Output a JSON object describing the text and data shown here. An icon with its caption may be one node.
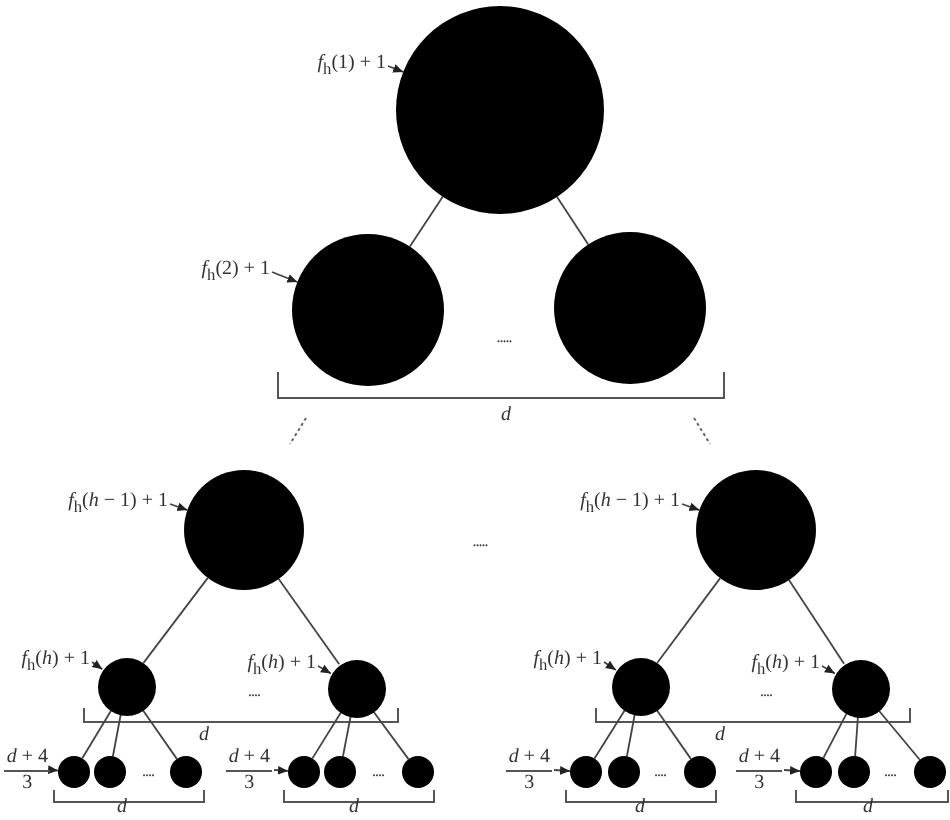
{
  "diagram": {
    "nodes": [
      {
        "text": [
          "*f*$_{h}$(1) + 1"
        ]
      },
      {
        "text": [],
        "shape": "circle"
      },
      {
        "text": [
          "*f*$_{h}$(2) + 1"
        ]
      },
      {
        "text": [],
        "shape": "circle"
      },
      {
        "text": [],
        "shape": "circle"
      },
      {
        "text": [
          "*f*$_{h}$(*h* − 1) + 1"
        ]
      },
      {
        "text": [],
        "shape": "circle"
      },
      {
        "text": [
          "*f*$_{h}$(*h* − 1) + 1"
        ]
      },
      {
        "text": [],
        "shape": "circle"
      },
      {
        "text": [
          "*f*$_{h}$(*h*) + 1"
        ]
      },
      {
        "text": [],
        "shape": "circle"
      },
      {
        "text": [
          "*f*$_{h}$(*h*) + 1"
        ]
      },
      {
        "text": [],
        "shape": "circle"
      },
      {
        "text": [
          "*f*$_{h}$(*h*) + 1"
        ]
      },
      {
        "text": [],
        "shape": "circle"
      },
      {
        "text": [
          "*f*$_{h}$(*h*) + 1"
        ]
      },
      {
        "text": [],
        "shape": "circle"
      },
      {
        "text": [
          "*d* + 4",
          "3"
        ]
      },
      {
        "text": [],
        "shape": "circle"
      },
      {
        "text": [],
        "shape": "circle"
      },
      {
        "text": [],
        "shape": "circle"
      },
      {
        "text": [
          "*d* + 4",
          "3"
        ]
      },
      {
        "text": [],
        "shape": "circle"
      },
      {
        "text": [],
        "shape": "circle"
      },
      {
        "text": [],
        "shape": "circle"
      },
      {
        "text": [
          "*d* + 4",
          "3"
        ]
      },
      {
        "text": [],
        "shape": "circle"
      },
      {
        "text": [],
        "shape": "circle"
      },
      {
        "text": [],
        "shape": "circle"
      },
      {
        "text": [
          "*d* + 4",
          "3"
        ]
      },
      {
        "text": [],
        "shape": "circle"
      },
      {
        "text": [],
        "shape": "circle"
      },
      {
        "text": [],
        "shape": "circle"
      }
    ],
    "edges": [
      {
        "from": 0,
        "to": 1,
        "arrow": "to"
      },
      {
        "from": 2,
        "to": 3,
        "arrow": "to"
      },
      {
        "from": 1,
        "to": 3,
        "arrow": "none"
      },
      {
        "from": 1,
        "to": 4,
        "arrow": "none"
      },
      {
        "from": 5,
        "to": 6,
        "arrow": "to"
      },
      {
        "from": 7,
        "to": 8,
        "arrow": "to"
      },
      {
        "from": 6,
        "to": 10,
        "arrow": "none"
      },
      {
        "from": 6,
        "to": 12,
        "arrow": "none"
      },
      {
        "from": 8,
        "to": 14,
        "arrow": "none"
      },
      {
        "from": 8,
        "to": 16,
        "arrow": "none"
      },
      {
        "from": 9,
        "to": 10,
        "arrow": "to"
      },
      {
        "from": 11,
        "to": 12,
        "arrow": "to"
      },
      {
        "from": 13,
        "to": 14,
        "arrow": "to"
      },
      {
        "from": 15,
        "to": 16,
        "arrow": "to"
      },
      {
        "from": 17,
        "to": 18,
        "arrow": "to"
      },
      {
        "from": 21,
        "to": 22,
        "arrow": "to"
      },
      {
        "from": 25,
        "to": 26,
        "arrow": "to"
      },
      {
        "from": 29,
        "to": 30,
        "arrow": "to"
      },
      {
        "from": 10,
        "to": 18,
        "arrow": "none"
      },
      {
        "from": 10,
        "to": 19,
        "arrow": "none"
      },
      {
        "from": 10,
        "to": 20,
        "arrow": "none"
      },
      {
        "from": 12,
        "to": 22,
        "arrow": "none"
      },
      {
        "from": 12,
        "to": 23,
        "arrow": "none"
      },
      {
        "from": 12,
        "to": 24,
        "arrow": "none"
      },
      {
        "from": 14,
        "to": 26,
        "arrow": "none"
      },
      {
        "from": 14,
        "to": 27,
        "arrow": "none"
      },
      {
        "from": 14,
        "to": 28,
        "arrow": "none"
      },
      {
        "from": 16,
        "to": 30,
        "arrow": "none"
      },
      {
        "from": 16,
        "to": 31,
        "arrow": "none"
      },
      {
        "from": 16,
        "to": 32,
        "arrow": "none"
      }
    ],
    "labels": [
      ".....",
      "d",
      ".....",
      "....",
      "....",
      "d",
      "d",
      "....",
      "....",
      "....",
      "....",
      "d",
      "d",
      "d",
      "d"
    ]
  }
}
